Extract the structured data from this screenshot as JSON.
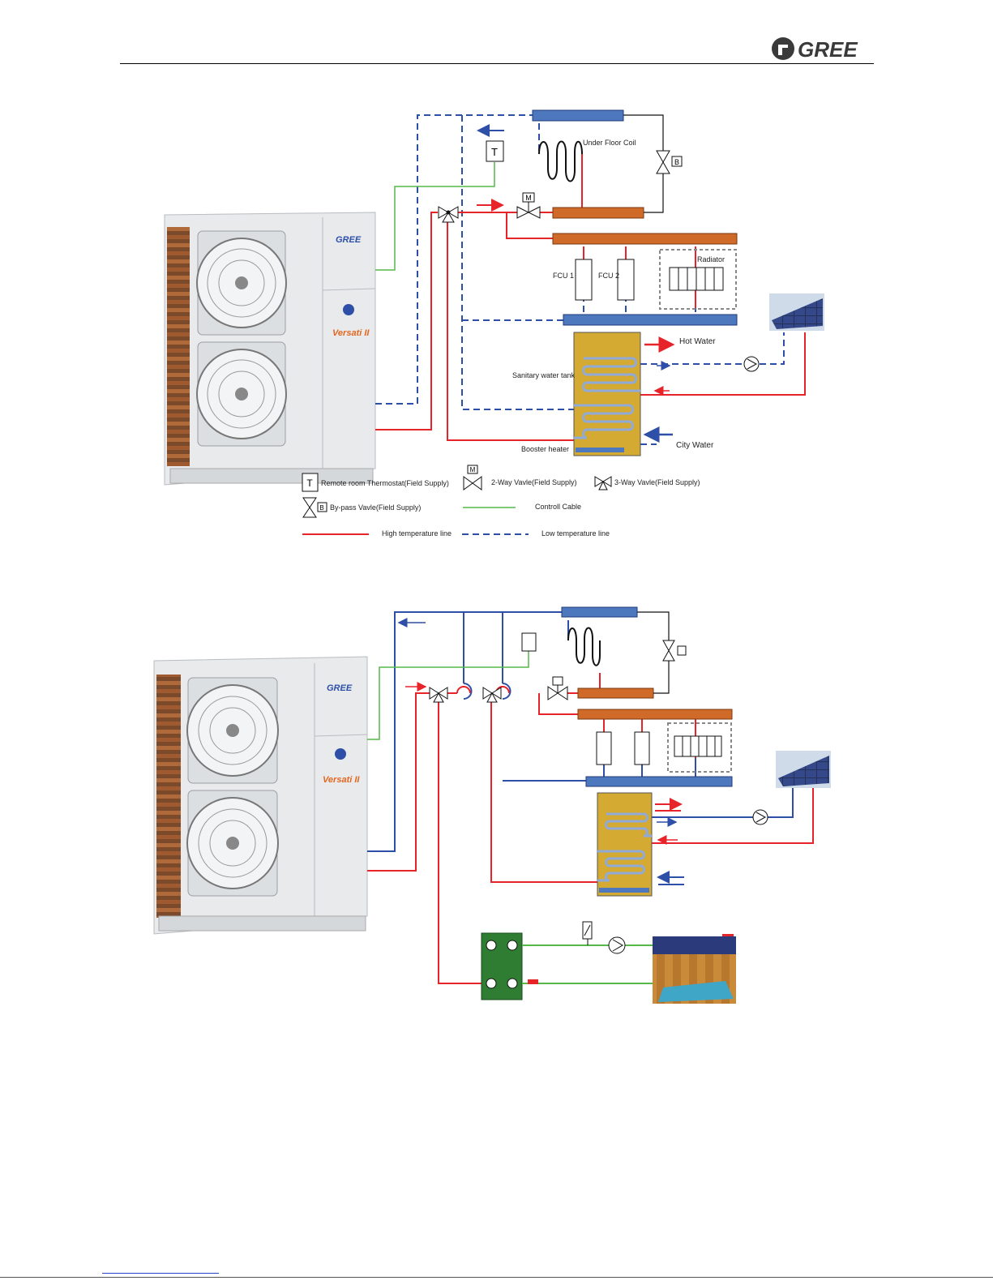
{
  "brand": {
    "logo_text": "GREE"
  },
  "unit": {
    "badge_text": "GREE",
    "model_text": "Versati II"
  },
  "diagram1": {
    "labels": {
      "under_floor_coil": "Under Floor Coil",
      "fcu1": "FCU 1",
      "fcu2": "FCU 2",
      "radiator": "Radiator",
      "hot_water": "Hot  Water",
      "sanitary_tank": "Sanitary water tank",
      "booster_heater": "Booster heater",
      "city_water": "City  Water",
      "thermostat_glyph": "T",
      "two_way_glyph": "M",
      "bypass_glyph": "B"
    },
    "legend": {
      "thermostat": "Remote room Thermostat(Field Supply)",
      "two_way": "2-Way Vavle(Field Supply)",
      "three_way": "3-Way Vavle(Field Supply)",
      "bypass": "By-pass Vavle(Field Supply)",
      "control_cable": "Controll Cable",
      "high_temp": "High temperature line",
      "low_temp": "Low temperature line"
    }
  },
  "colors": {
    "high_temp": "#e8242b",
    "low_temp": "#2d4fa8",
    "control_cable": "#55b848",
    "manifold_hot": "#cf6a28",
    "manifold_cold": "#4d78bd",
    "tank": "#d4aa32",
    "heat_exchanger": "#2f7d32",
    "unit_body": "#e8eaec"
  }
}
